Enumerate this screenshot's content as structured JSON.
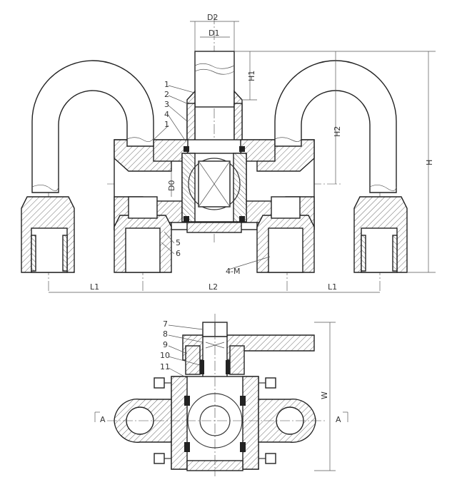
{
  "dimensions": {
    "d2": "D2",
    "d1": "D1",
    "h1": "H1",
    "h2": "H2",
    "h": "H",
    "d0": "D0",
    "l1_left": "L1",
    "l2": "L2",
    "l1_right": "L1",
    "w": "W"
  },
  "top_view_callouts": [
    "1",
    "2",
    "3",
    "4",
    "1",
    "5",
    "6"
  ],
  "thread_callout": "4-M",
  "bottom_view_callouts": [
    "7",
    "8",
    "9",
    "10",
    "11"
  ],
  "section_marks": {
    "left": "A",
    "right": "A"
  }
}
